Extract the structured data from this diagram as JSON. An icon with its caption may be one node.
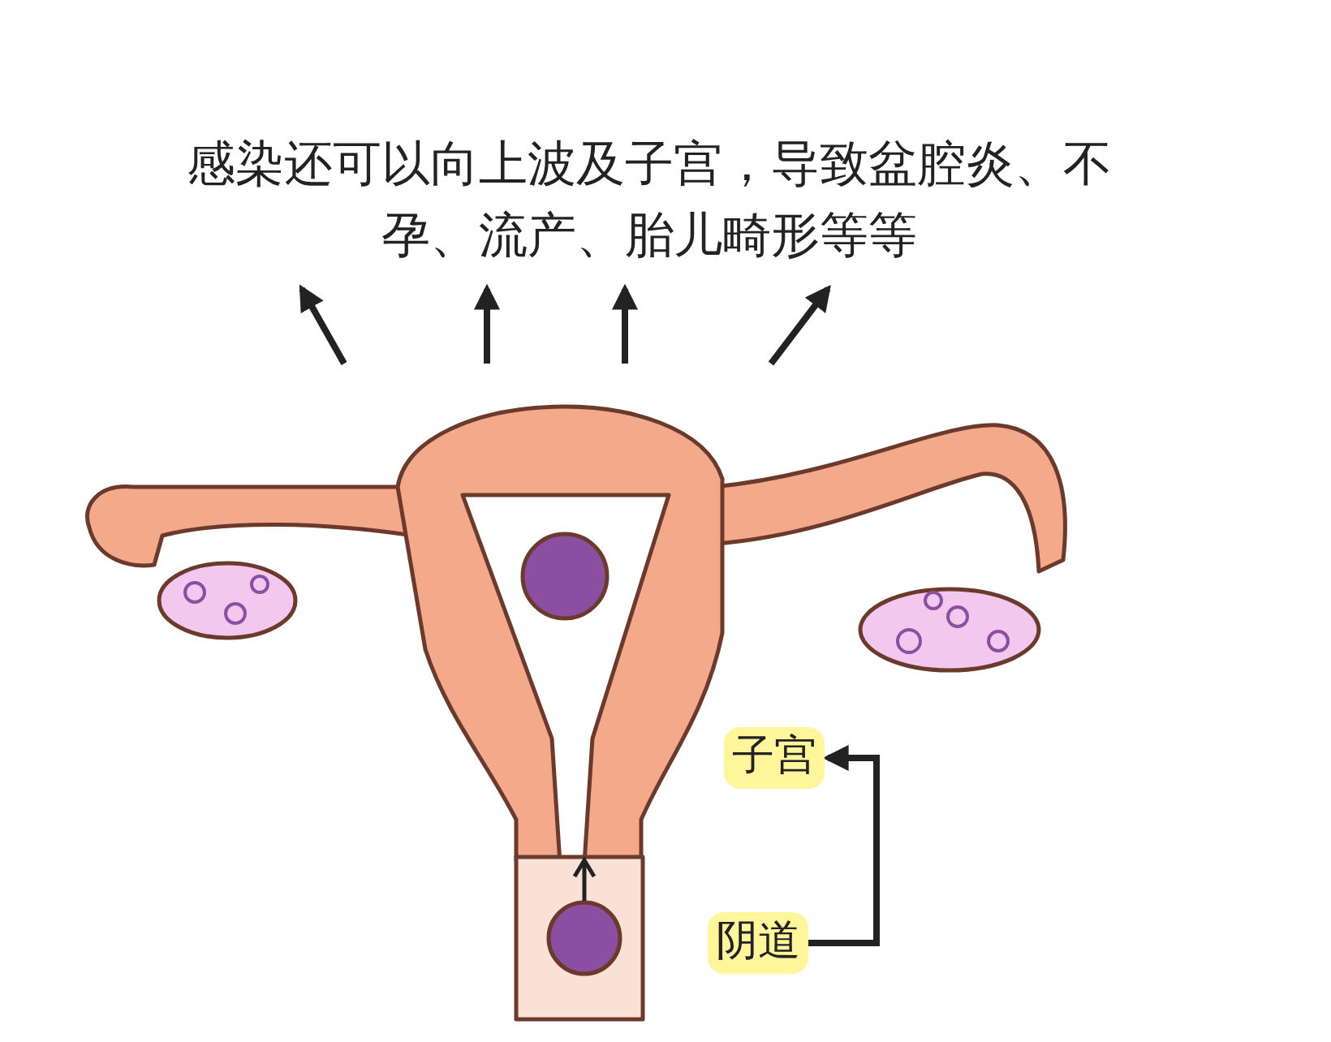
{
  "diagram": {
    "nodes": [
      {
        "text": [
          "感染还可以向上波及子宫，导致盆腔炎、不孕、流产、胎儿畸形等等"
        ]
      },
      {
        "text": [],
        "shape": "picture"
      },
      {
        "text": [
          "子宫"
        ],
        "in": 1
      },
      {
        "text": [
          "阴道"
        ],
        "in": 1
      }
    ],
    "edges": [
      {
        "from": 1,
        "to": 0,
        "arrow": "to"
      },
      {
        "from": 1,
        "to": 0,
        "arrow": "to"
      },
      {
        "from": 1,
        "to": 0,
        "arrow": "to"
      },
      {
        "from": 1,
        "to": 0,
        "arrow": "to"
      },
      {
        "from": 3,
        "to": 2,
        "arrow": "to"
      }
    ]
  }
}
